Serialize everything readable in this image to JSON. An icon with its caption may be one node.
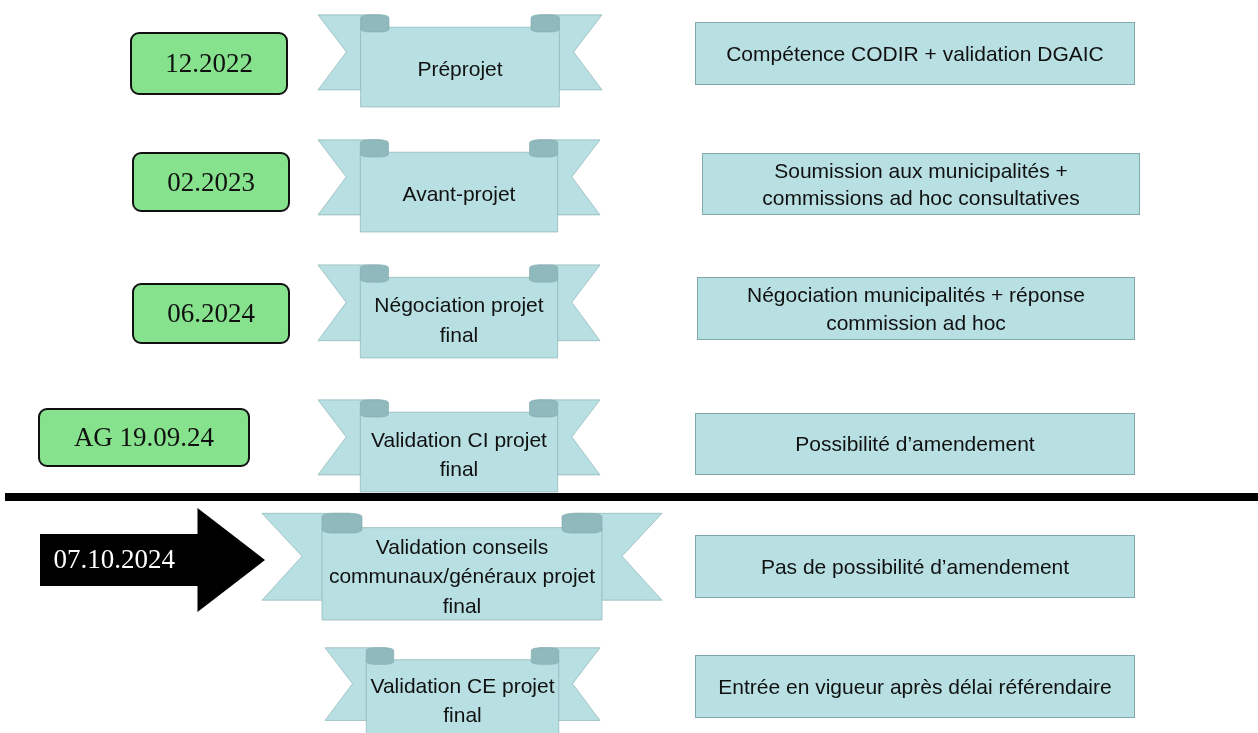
{
  "diagram": {
    "nodes": [
      {
        "text": [
          "12.2022"
        ]
      },
      {
        "text": [
          "Préprojet"
        ]
      },
      {
        "text": [
          "Compétence CODIR + validation DGAIC"
        ]
      },
      {
        "text": [
          "02.2023"
        ]
      },
      {
        "text": [
          "Avant-projet"
        ]
      },
      {
        "text": [
          "Soumission aux municipalités + commissions ad hoc consultatives"
        ]
      },
      {
        "text": [
          "06.2024"
        ]
      },
      {
        "text": [
          "Négociation projet final"
        ]
      },
      {
        "text": [
          "Négociation municipalités + réponse commission ad hoc"
        ]
      },
      {
        "text": [
          "AG 19.09.24"
        ]
      },
      {
        "text": [
          "Validation CI projet final"
        ]
      },
      {
        "text": [
          "Possibilité d’amendement"
        ]
      },
      {
        "text": [
          "07.10.2024"
        ]
      },
      {
        "text": [
          "Validation conseils communaux/généraux projet final"
        ]
      },
      {
        "text": [
          "Pas de possibilité d’amendement"
        ]
      },
      {
        "text": [
          "Validation CE projet final"
        ]
      },
      {
        "text": [
          "Entrée en vigueur après délai référendaire"
        ]
      }
    ]
  }
}
